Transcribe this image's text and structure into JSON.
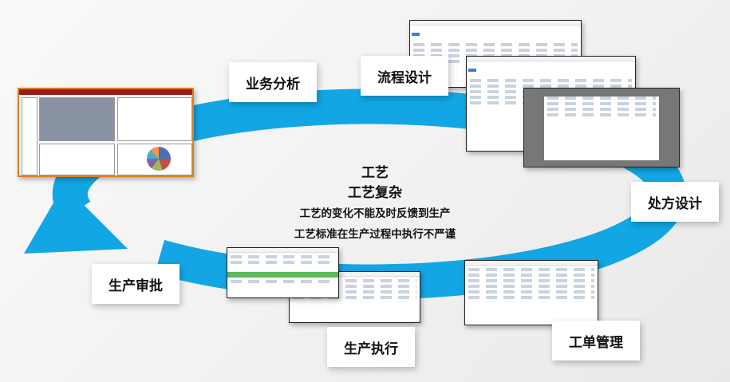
{
  "center": {
    "title": "工艺",
    "subtitle": "工艺复杂",
    "lines": [
      "工艺的变化不能及时反馈到生产",
      "工艺标准在生产过程中执行不严谨"
    ]
  },
  "stages": [
    {
      "label": "业务分析"
    },
    {
      "label": "流程设计"
    },
    {
      "label": "处方设计"
    },
    {
      "label": "工单管理"
    },
    {
      "label": "生产执行"
    },
    {
      "label": "生产审批"
    }
  ],
  "colors": {
    "ring": "#12a6e4",
    "accent": "#e0801f"
  }
}
